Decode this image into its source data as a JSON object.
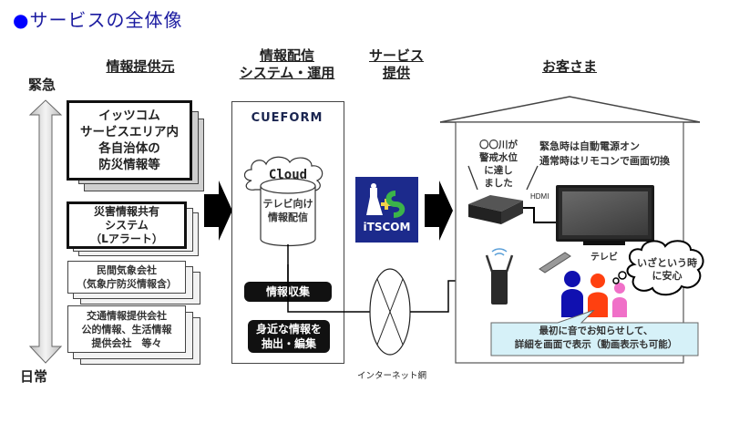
{
  "title": {
    "bullet": "●",
    "text": "サービスの全体像"
  },
  "columns": {
    "providers": "情報提供元",
    "system_line1": "情報配信",
    "system_line2": "システム・運用",
    "service_line1": "サービス",
    "service_line2": "提供",
    "customer": "お客さま"
  },
  "urgency_axis": {
    "top": "緊急",
    "bottom": "日常"
  },
  "providers": [
    {
      "lines": [
        "イッツコム",
        "サービスエリア内",
        "各自治体の",
        "防災情報等"
      ]
    },
    {
      "lines": [
        "災害情報共有",
        "システム",
        "（Lアラート）"
      ]
    },
    {
      "lines": [
        "民間気象会社",
        "（気象庁防災情報含）"
      ]
    },
    {
      "lines": [
        "交通情報提供会社",
        "公的情報、生活情報",
        "提供会社　等々"
      ]
    }
  ],
  "system": {
    "brand": "CUEFORM",
    "cloud_label": "Cloud",
    "db_lines": [
      "テレビ向け",
      "情報配信"
    ],
    "collect": "情報収集",
    "extract_lines": [
      "身近な情報を",
      "抽出・編集"
    ]
  },
  "service": {
    "logo_text": "iTSCOM",
    "logo_color": "#1c2a8c"
  },
  "network": {
    "label": "インターネット網"
  },
  "customer": {
    "speech_lines": [
      "〇〇川が",
      "警戒水位",
      "に達し",
      "ました"
    ],
    "power_note_lines": [
      "緊急時は自動電源オン",
      "通常時はリモコンで画面切換"
    ],
    "hdmi": "HDMI",
    "tv_label": "テレビ",
    "thought_lines": [
      "いざという時",
      "に安心"
    ],
    "callout_lines": [
      "最初に音でお知らせして、",
      "詳細を画面で表示（動画表示も可能）"
    ],
    "callout_color": "#d6f1f8",
    "people_colors": [
      "#1010b0",
      "#ff4010",
      "#f070c8"
    ]
  }
}
